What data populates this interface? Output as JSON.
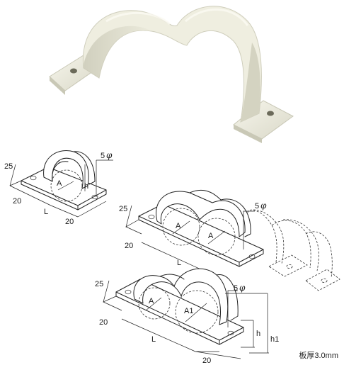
{
  "product_photo": {
    "color": "#efeee0"
  },
  "diagram_single": {
    "dim_25": "25",
    "dim_20_left": "20",
    "dim_L": "L",
    "dim_20_right": "20",
    "dim_A": "A",
    "dim_h": "h",
    "hole_5": "5",
    "hole_phi": "φ"
  },
  "diagram_double": {
    "dim_25": "25",
    "dim_20": "20",
    "dim_L": "L",
    "dim_A_left": "A",
    "dim_A_right": "A",
    "hole_5": "5",
    "hole_phi": "φ"
  },
  "diagram_mixed": {
    "dim_25": "25",
    "dim_20_left": "20",
    "dim_L": "L",
    "dim_20_right": "20",
    "dim_A": "A",
    "dim_A1": "A1",
    "dim_h": "h",
    "dim_h1": "h1",
    "hole_5": "5",
    "hole_phi": "φ"
  },
  "note_thickness": "板厚3.0mm"
}
